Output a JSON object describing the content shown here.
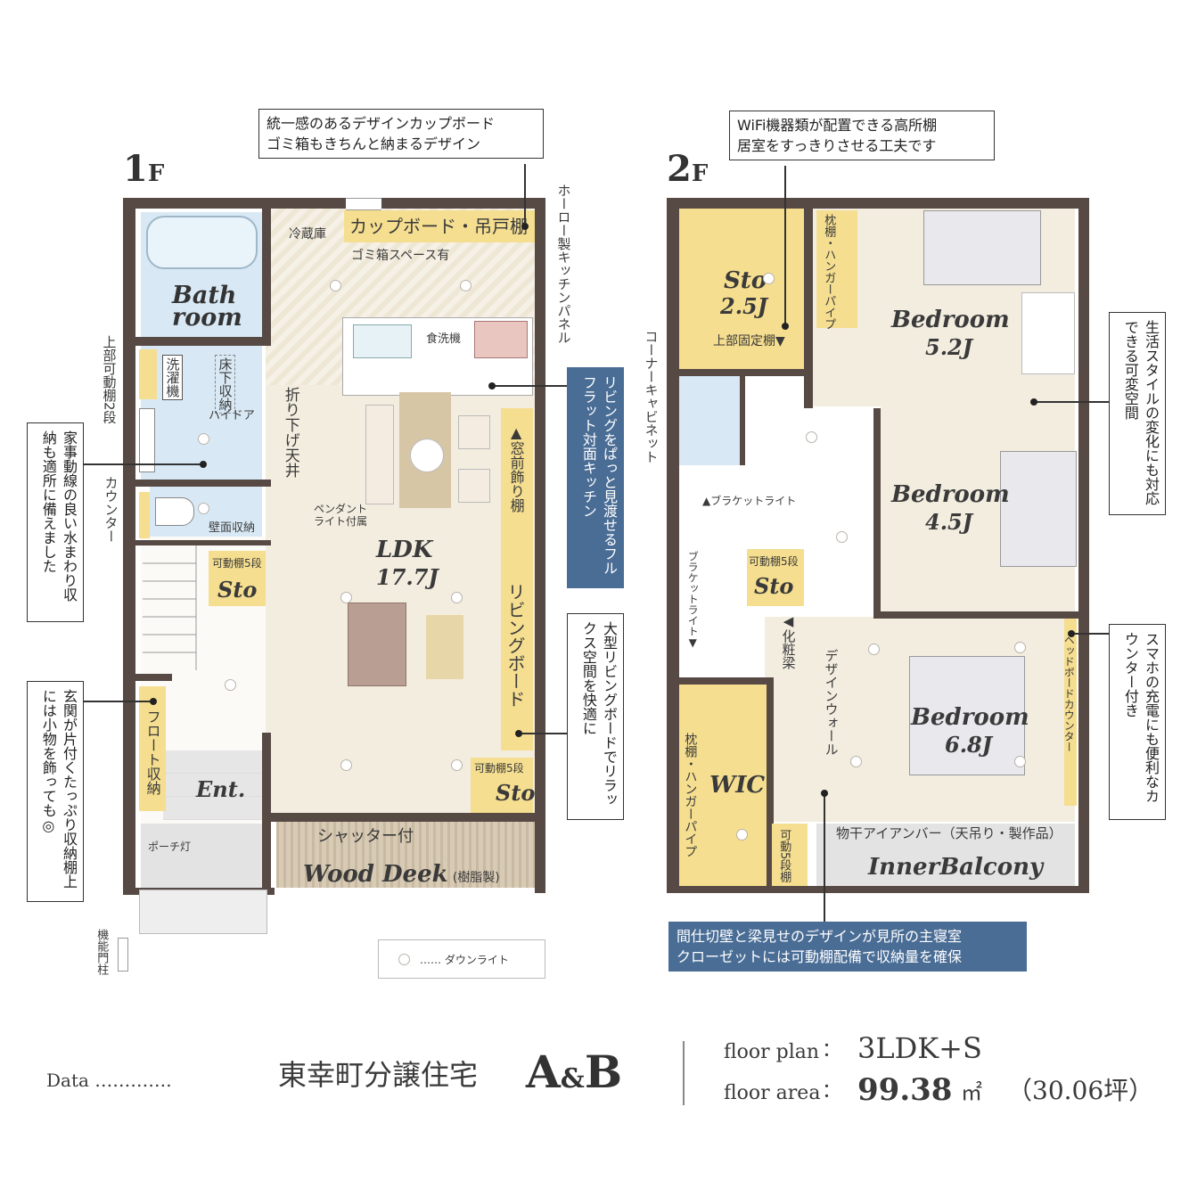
{
  "floor1": {
    "label_num": "1",
    "label_f": "F",
    "rooms": {
      "bath_l1": "Bath",
      "bath_l2": "room",
      "washer": "洗濯機",
      "under_floor": "床下収納",
      "hi_door": "ハイドア",
      "wall_storage": "壁面収納",
      "counter": "カウンター",
      "upper_shelf": "上部可動棚2段",
      "sto_shelf": "可動棚5段",
      "sto": "Sto",
      "float_storage": "フロート収納",
      "ent": "Ent.",
      "porch_light": "ポーチ灯",
      "gate_post": "機能門柱",
      "fridge": "冷蔵庫",
      "cupboard": "カップボード・吊戸棚",
      "trash_space": "ゴミ箱スペース有",
      "dishwasher": "食洗機",
      "enamel_panel": "ホーロー製キッチンパネル",
      "ceiling": "折り下げ天井",
      "pendant": "ペンダント\nライト付属",
      "ldk": "LDK",
      "ldk_size": "17.7J",
      "window_shelf": "▲窓前飾り棚",
      "living_board": "リビングボード",
      "sto2_shelf": "可動棚5段",
      "sto2": "Sto",
      "shutter": "シャッター付",
      "wood_deck": "Wood Deek",
      "wood_deck_note": "(樹脂製)"
    }
  },
  "floor2": {
    "label_num": "2",
    "label_f": "F",
    "rooms": {
      "sto": "Sto",
      "sto_size": "2.5J",
      "upper_fixed": "上部固定棚▼",
      "corner_cabinet": "コーナーキャビネット",
      "pillow_shelf": "枕棚・ハンガーパイプ",
      "bed1": "Bedroom",
      "bed1_size": "5.2J",
      "bed2": "Bedroom",
      "bed2_size": "4.5J",
      "bracket1": "▲ブラケットライト",
      "bracket2": "ブラケットライト▼",
      "sto_shelf": "可動棚5段",
      "sto_small": "Sto",
      "makeup_beam": "◀化粧梁",
      "design_wall": "デザインウォール",
      "bed3": "Bedroom",
      "bed3_size": "6.8J",
      "headboard": "ヘッドボードカウンター",
      "wic_pillow": "枕棚・ハンガーパイプ",
      "wic": "WIC",
      "shelf5": "可動5段棚",
      "iron_bar": "物干アイアンバー（天吊り・製作品）",
      "inner_balcony": "InnerBalcony"
    }
  },
  "callouts": {
    "cupboard_note": "統一感のあるデザインカップボード\nゴミ箱もきちんと納まるデザイン",
    "kitchen_note": "リビングをぱっと見渡せるフルフラット対面キッチン",
    "housework_note": "家事動線の良い水まわり収納も適所に備えました",
    "entrance_note": "玄関が片付くたっぷり収納棚上には小物を飾っても◎",
    "living_note": "大型リビングボードでリラックス空間を快適に",
    "wifi_note": "WiFi機器類が配置できる高所棚\n居室をすっきりさせる工夫です",
    "lifestyle_note": "生活スタイルの変化にも対応できる可変空間",
    "smartphone_note": "スマホの充電にも便利なカウンター付き",
    "bedroom_note": "間仕切壁と梁見せのデザインが見所の主寝室\nクローゼットには可動棚配備で収納量を確保"
  },
  "legend": {
    "downlight": "…… ダウンライト"
  },
  "data_row": {
    "label": "Data ………….",
    "name": "東幸町分譲住宅",
    "type_a": "A",
    "amp": "&",
    "type_b": "B",
    "plan_label": "floor plan",
    "colon1": "：",
    "plan_value": "3LDK+S",
    "area_label": "floor area",
    "colon2": "：",
    "area_value": "99.38",
    "area_unit": "㎡",
    "area_tsubo": "（30.06坪）"
  }
}
